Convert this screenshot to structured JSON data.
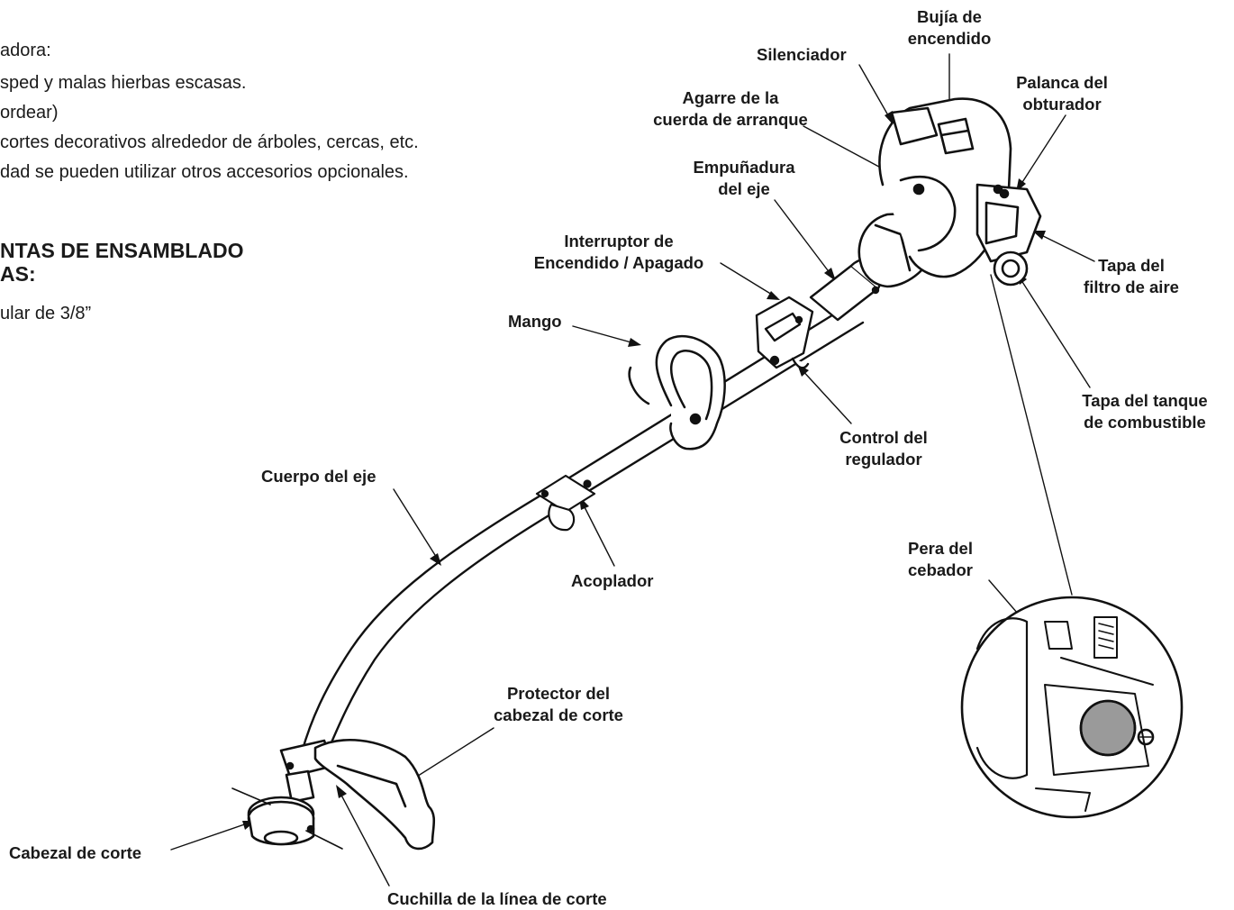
{
  "intro_lines": [
    "adora:",
    "sped y malas hierbas escasas.",
    "ordear)",
    "cortes decorativos alrededor de árboles, cercas, etc.",
    "dad se pueden utilizar otros accesorios opcionales."
  ],
  "section_heading": [
    "NTAS DE ENSAMBLADO",
    "AS:"
  ],
  "tool_item": "ular de 3/8”",
  "labels": {
    "bujia": [
      "Bujía de",
      "encendido"
    ],
    "silenciador": "Silenciador",
    "palanca": [
      "Palanca del",
      "obturador"
    ],
    "agarre": [
      "Agarre de la",
      "cuerda de arranque"
    ],
    "empunadura": [
      "Empuñadura",
      "del eje"
    ],
    "interruptor": [
      "Interruptor de",
      "Encendido / Apagado"
    ],
    "tapa_filtro": [
      "Tapa del",
      "filtro de aire"
    ],
    "mango": "Mango",
    "tapa_tanque": [
      "Tapa del tanque",
      "de combustible"
    ],
    "control": [
      "Control del",
      "regulador"
    ],
    "cuerpo": "Cuerpo del eje",
    "pera": [
      "Pera del",
      "cebador"
    ],
    "acoplador": "Acoplador",
    "protector": [
      "Protector del",
      "cabezal de corte"
    ],
    "cabezal": "Cabezal de corte",
    "cuchilla": "Cuchilla de la línea de corte"
  }
}
